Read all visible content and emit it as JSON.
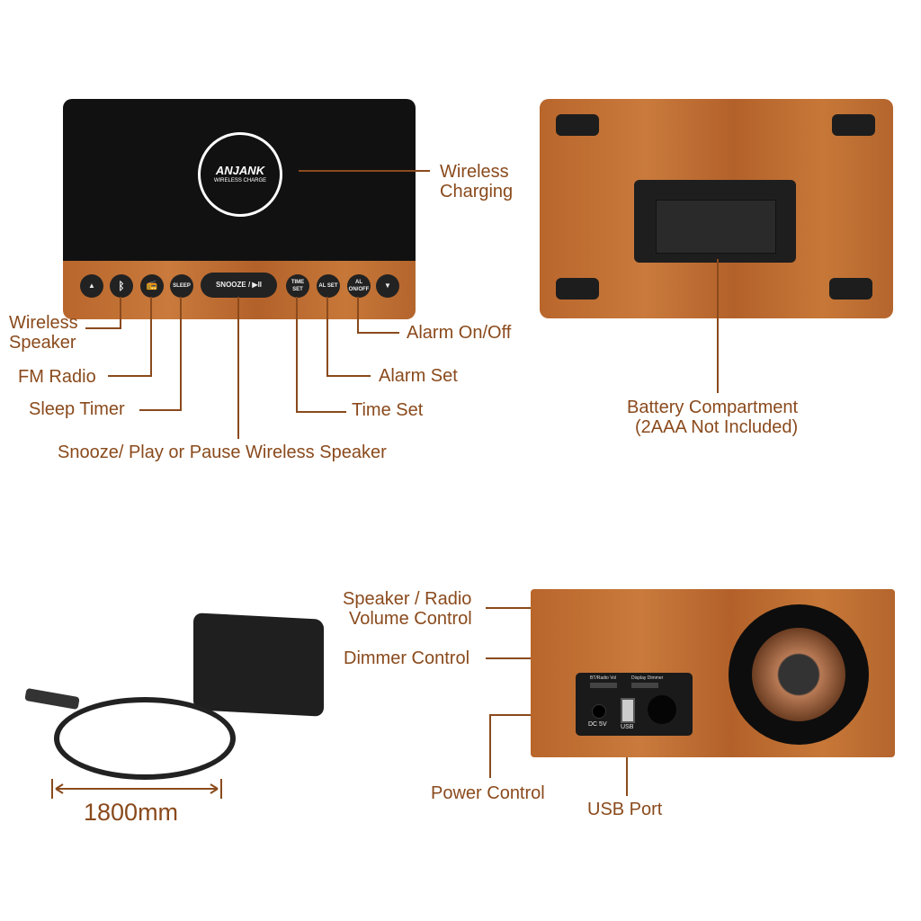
{
  "front": {
    "logo": "ANJANK",
    "logo_sub": "WIRELESS CHARGE",
    "buttons": {
      "up": "▲",
      "bt": "ᛒ",
      "radio": "📻",
      "sleep": "SLEEP",
      "snooze": "SNOOZE / ▶II",
      "time_set": "TIME SET",
      "al_set": "AL SET",
      "al_onoff": "AL ON/OFF",
      "down": "▼"
    }
  },
  "callouts": {
    "wireless_charging": "Wireless Charging",
    "wireless_speaker": "Wireless Speaker",
    "fm_radio": "FM Radio",
    "sleep_timer": "Sleep Timer",
    "snooze": "Snooze/ Play or Pause Wireless Speaker",
    "time_set": "Time Set",
    "alarm_set": "Alarm Set",
    "alarm_onoff": "Alarm On/Off",
    "battery": "Battery Compartment",
    "battery_note": "(2AAA Not Included)",
    "volume": "Speaker / Radio",
    "volume2": "Volume Control",
    "dimmer": "Dimmer Control",
    "power": "Power Control",
    "usb": "USB Port",
    "cable_length": "1800mm"
  },
  "side_panel": {
    "bt_vol": "BT/Radio Vol",
    "display_dimmer": "Display Dimmer",
    "dc": "DC 5V",
    "usb": "USB"
  },
  "colors": {
    "label": "#8a4a1c",
    "wood": "#c06f33",
    "panel": "#1a1a1a"
  }
}
